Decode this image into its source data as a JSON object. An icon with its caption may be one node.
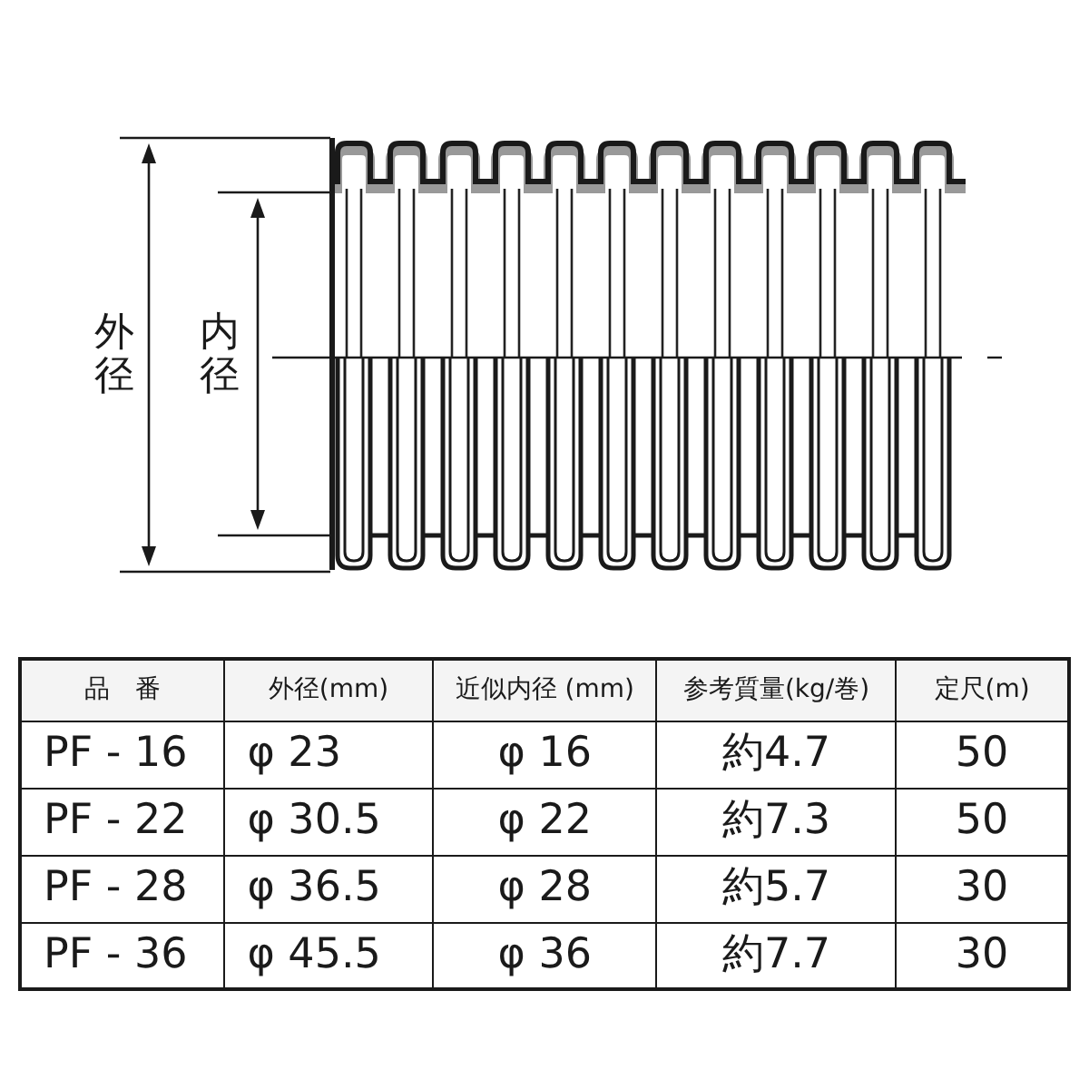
{
  "diagram": {
    "labels": [
      "外径",
      "内径",
      "品　番",
      "外径(mm)",
      "近似内径 (mm)",
      "参考質量(kg/巻)",
      "定尺(m)",
      "PF - 16",
      "φ 23",
      "φ 16",
      "約4.7",
      "50",
      "PF - 22",
      "φ 30.5",
      "φ 22",
      "約7.3",
      "50",
      "PF - 28",
      "φ 36.5",
      "φ 28",
      "約5.7",
      "30",
      "PF - 36",
      "φ 45.5",
      "φ 36",
      "約7.7",
      "30"
    ]
  }
}
